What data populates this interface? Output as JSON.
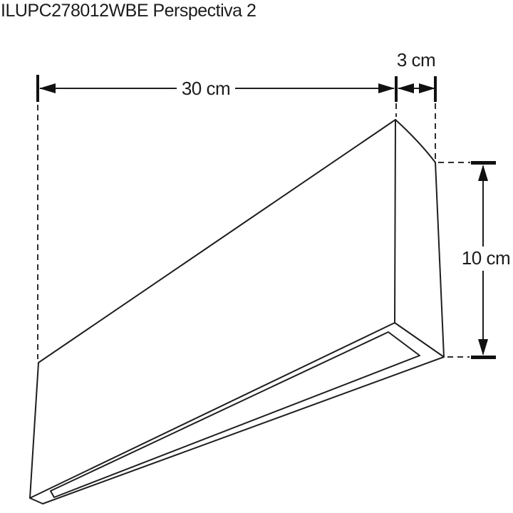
{
  "title": "ILUPC278012WBE Perspectiva 2",
  "drawing": {
    "type": "technical-perspective",
    "subject": "linear-light-fixture",
    "dimensions": {
      "length": {
        "label": "30 cm"
      },
      "depth": {
        "label": "3 cm"
      },
      "height": {
        "label": "10 cm"
      }
    },
    "colors": {
      "line": "#1e1e1e",
      "panel_fill": "#d3d3d3",
      "background": "#ffffff"
    }
  }
}
